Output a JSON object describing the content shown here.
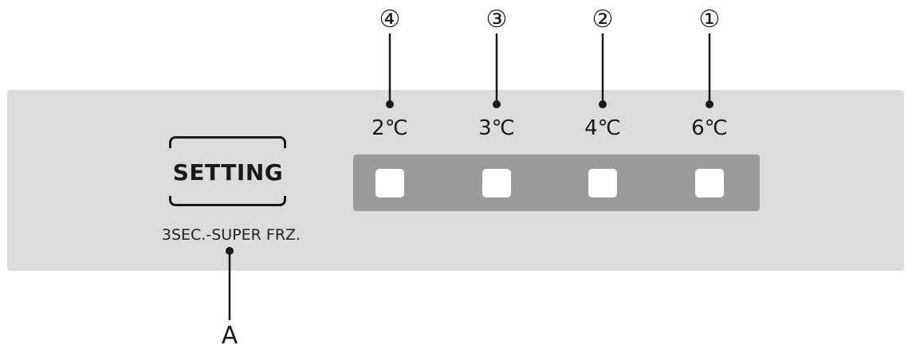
{
  "setting_button": {
    "label": "SETTING",
    "sub_label": "3SEC.-SUPER FRZ."
  },
  "temperatures": [
    {
      "label": "2℃",
      "callout": "④"
    },
    {
      "label": "3℃",
      "callout": "③"
    },
    {
      "label": "4℃",
      "callout": "②"
    },
    {
      "label": "6℃",
      "callout": "①"
    }
  ],
  "callout_a": "A"
}
